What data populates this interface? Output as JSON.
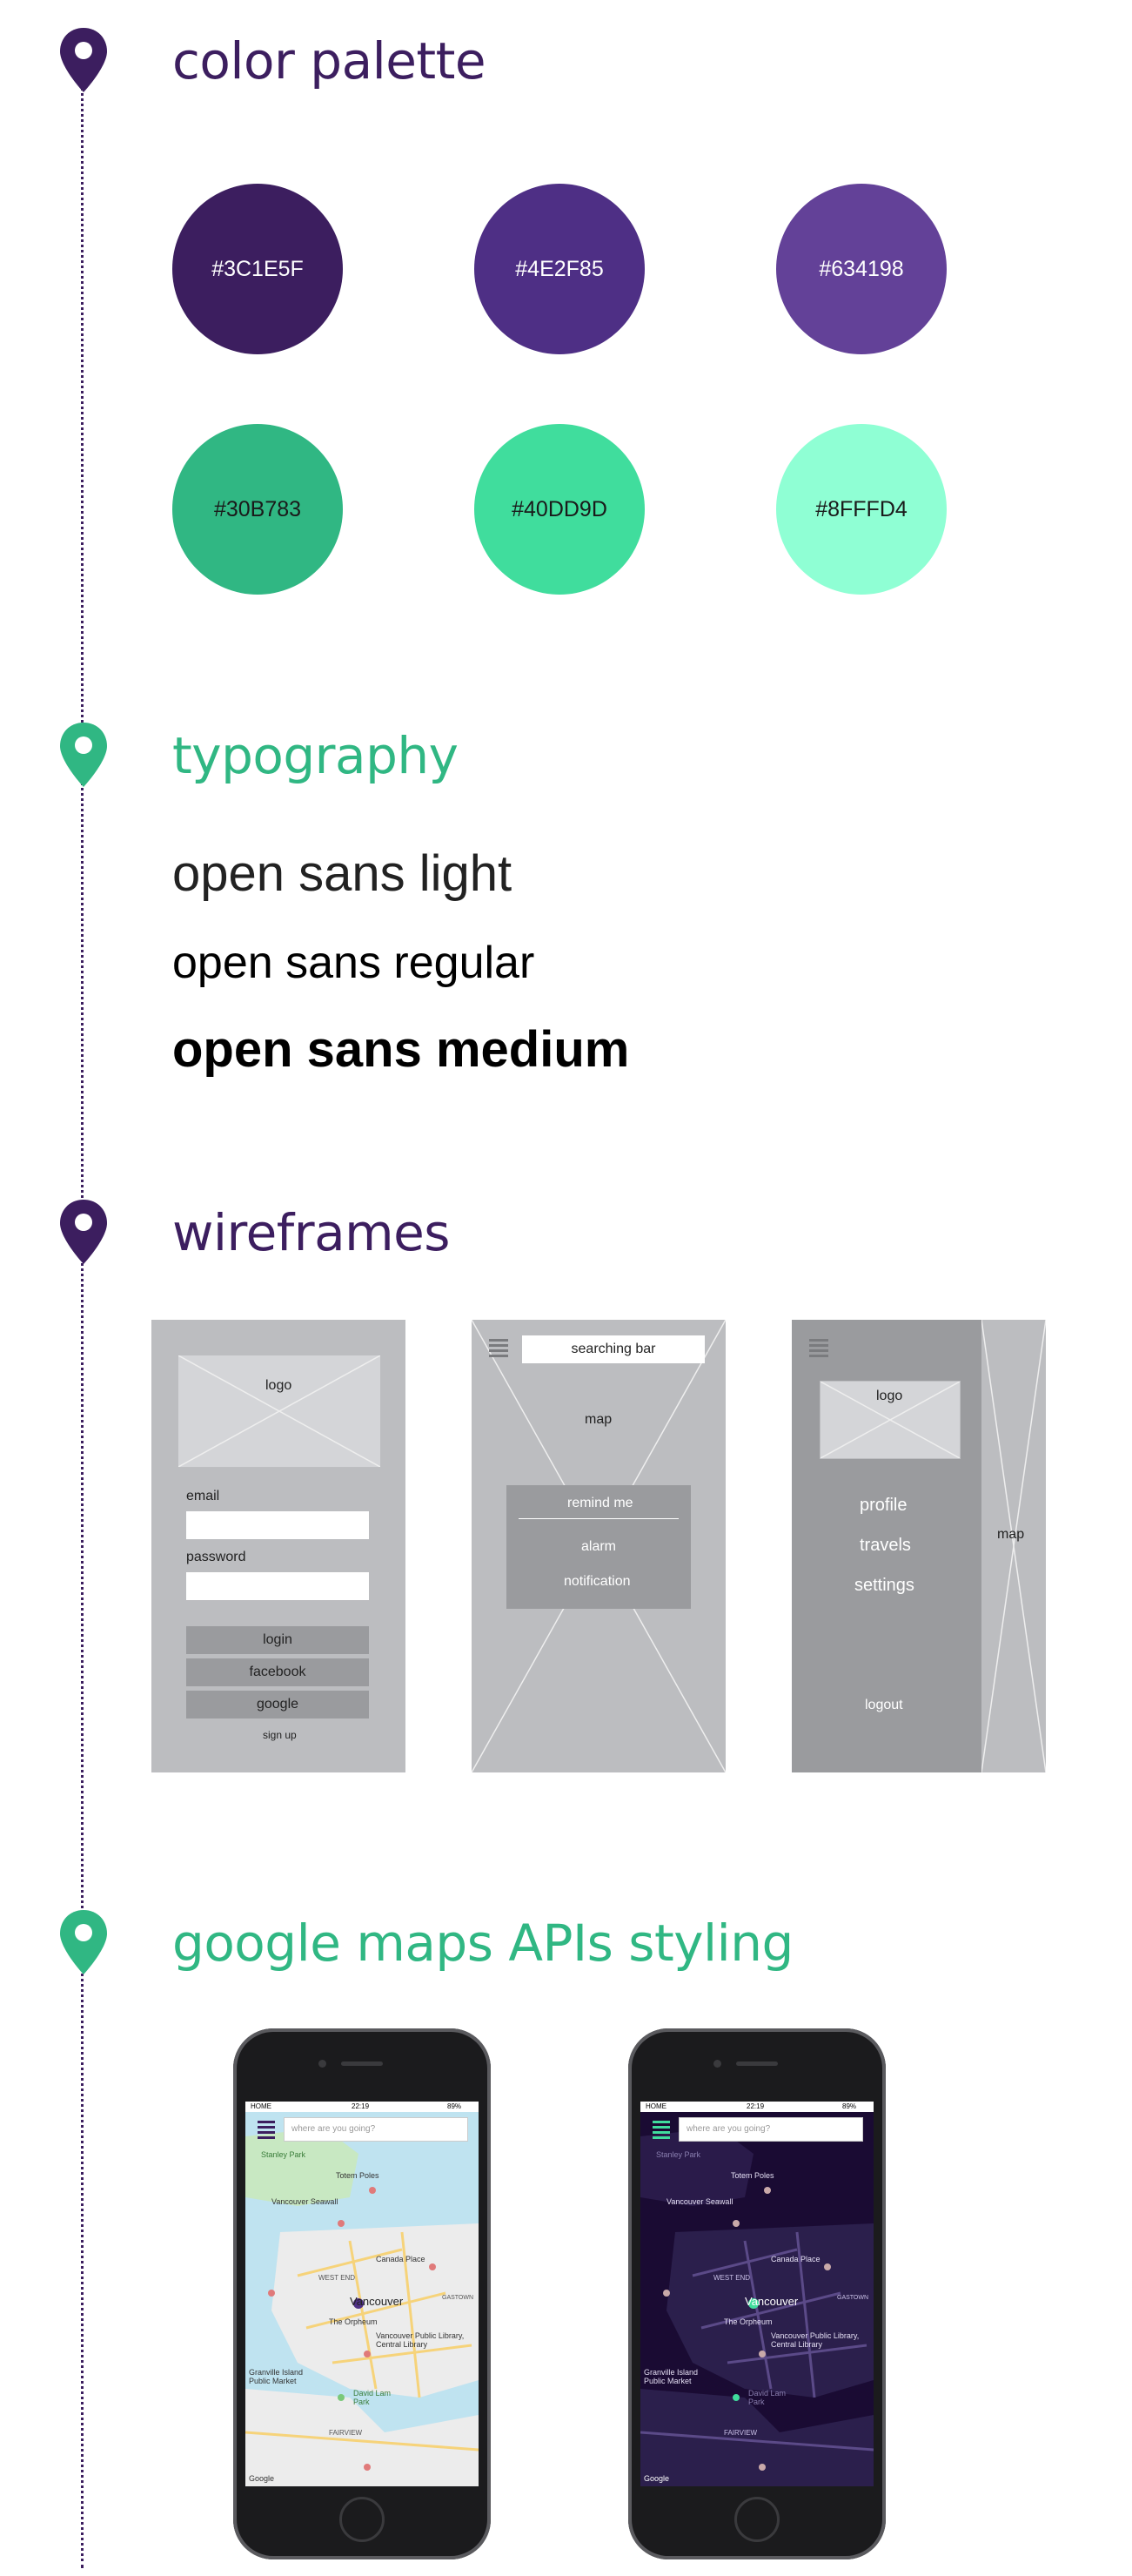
{
  "colors": {
    "purple_dark": "#3C1E5F",
    "green": "#30B783"
  },
  "sections": {
    "palette_title": "color palette",
    "typography_title": "typography",
    "wireframes_title": "wireframes",
    "maps_title": "google maps APIs styling"
  },
  "palette": [
    {
      "hex": "#3C1E5F"
    },
    {
      "hex": "#4E2F85"
    },
    {
      "hex": "#634198"
    },
    {
      "hex": "#30B783"
    },
    {
      "hex": "#40DD9D"
    },
    {
      "hex": "#8FFFD4"
    }
  ],
  "typography": {
    "light": "open sans light",
    "regular": "open sans regular",
    "medium": "open sans medium"
  },
  "wireframe_login": {
    "logo": "logo",
    "email": "email",
    "password": "password",
    "login": "login",
    "facebook": "facebook",
    "google": "google",
    "signup": "sign up"
  },
  "wireframe_map": {
    "search": "searching bar",
    "map": "map",
    "remind": "remind me",
    "alarm": "alarm",
    "notification": "notification"
  },
  "wireframe_menu": {
    "logo": "logo",
    "profile": "profile",
    "travels": "travels",
    "settings": "settings",
    "logout": "logout",
    "map": "map"
  },
  "phone": {
    "carrier": "HOME",
    "time": "22:19",
    "battery": "89%",
    "search_placeholder": "where are you going?",
    "labels": {
      "stanley": "Stanley Park",
      "totem": "Totem Poles",
      "seawall": "Vancouver Seawall",
      "canada_place": "Canada Place",
      "westend": "WEST END",
      "vancouver": "Vancouver",
      "gastown": "GASTOWN",
      "orpheum": "The Orpheum",
      "library": "Vancouver Public Library, Central Library",
      "granville": "Granville Island Public Market",
      "david": "David Lam Park",
      "fairview": "FAIRVIEW",
      "google": "Google"
    }
  }
}
